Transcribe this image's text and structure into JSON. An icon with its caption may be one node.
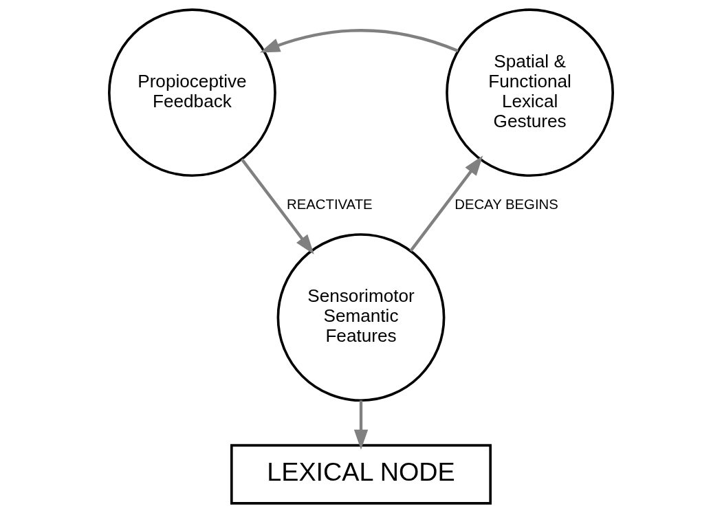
{
  "diagram": {
    "nodes": [
      {
        "text": [
          "Propioceptive Feedback"
        ]
      },
      {
        "text": [
          "Spatial & Functional Lexical Gestures"
        ]
      },
      {
        "text": [
          "Sensorimotor Semantic Features"
        ]
      },
      {
        "text": [
          "LEXICAL NODE"
        ]
      }
    ],
    "edges": [
      {
        "from": 1,
        "to": 0,
        "arrow": "to"
      },
      {
        "from": 0,
        "to": 2,
        "arrow": "to",
        "label": "REACTIVATE"
      },
      {
        "from": 2,
        "to": 1,
        "arrow": "to",
        "label": "DECAY BEGINS"
      },
      {
        "from": 2,
        "to": 3,
        "arrow": "to"
      }
    ]
  }
}
